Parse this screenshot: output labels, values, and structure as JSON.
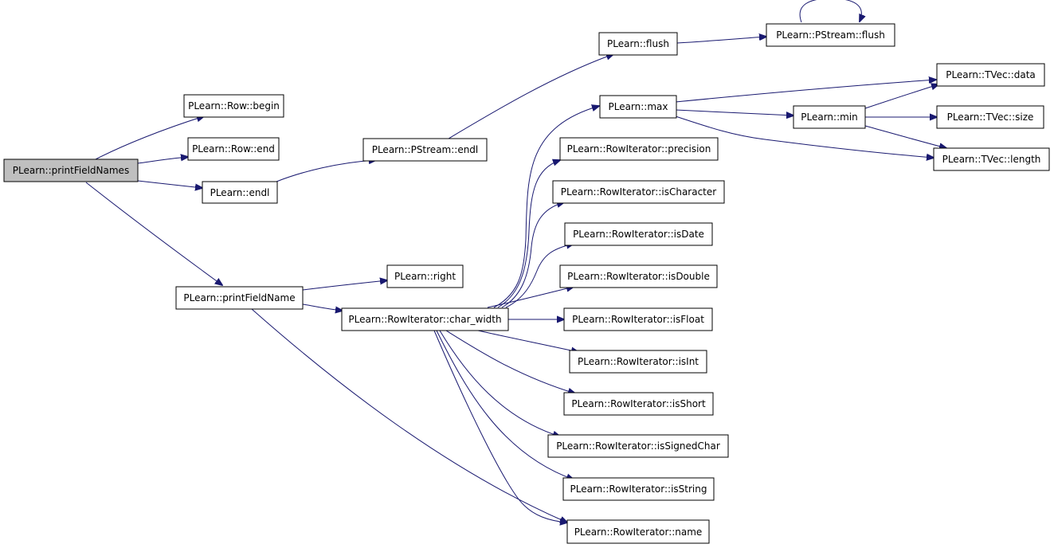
{
  "colors": {
    "edge": "#191970",
    "node_fill": "#ffffff",
    "root_fill": "#bfbfbf",
    "node_stroke": "#000000"
  },
  "nodes": {
    "printFieldNames": "PLearn::printFieldNames",
    "row_begin": "PLearn::Row::begin",
    "row_end": "PLearn::Row::end",
    "endl": "PLearn::endl",
    "pstream_endl": "PLearn::PStream::endl",
    "flush": "PLearn::flush",
    "pstream_flush": "PLearn::PStream::flush",
    "printFieldName": "PLearn::printFieldName",
    "right": "PLearn::right",
    "char_width": "PLearn::RowIterator::char_width",
    "max": "PLearn::max",
    "min": "PLearn::min",
    "tvec_data": "PLearn::TVec::data",
    "tvec_size": "PLearn::TVec::size",
    "tvec_length": "PLearn::TVec::length",
    "precision": "PLearn::RowIterator::precision",
    "isCharacter": "PLearn::RowIterator::isCharacter",
    "isDate": "PLearn::RowIterator::isDate",
    "isDouble": "PLearn::RowIterator::isDouble",
    "isFloat": "PLearn::RowIterator::isFloat",
    "isInt": "PLearn::RowIterator::isInt",
    "isShort": "PLearn::RowIterator::isShort",
    "isSignedChar": "PLearn::RowIterator::isSignedChar",
    "isString": "PLearn::RowIterator::isString",
    "name": "PLearn::RowIterator::name"
  }
}
